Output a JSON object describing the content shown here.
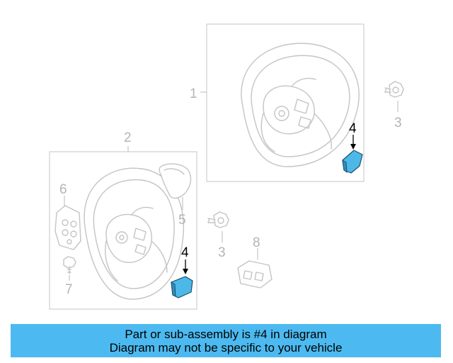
{
  "callouts": {
    "part_1": "1",
    "part_2": "2",
    "part_3_top": "3",
    "part_3_mid": "3",
    "part_4_top": "4",
    "part_4_bottom": "4",
    "part_5": "5",
    "part_6": "6",
    "part_7": "7",
    "part_8": "8"
  },
  "colors": {
    "highlight": "#4cb8e8",
    "banner": "#4cbaf0",
    "line_art": "#c4c4c4"
  },
  "banner": {
    "line1": "Part or sub-assembly is #4 in diagram",
    "line2": "Diagram may not be specific to your vehicle"
  }
}
